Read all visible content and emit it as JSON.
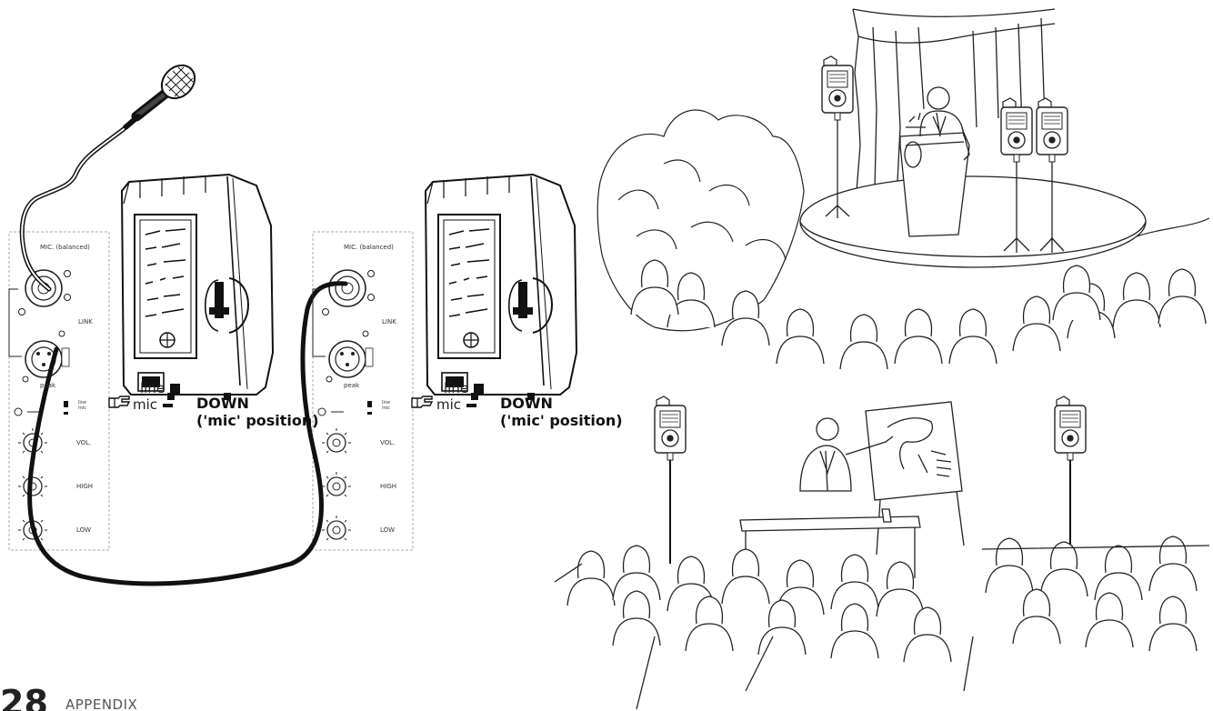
{
  "panel_left": {
    "mic_label": "MIC. (balanced)",
    "link_label": "LINK",
    "peak_label": "peak",
    "sw_line_mini": "line",
    "sw_mic_mini": "mic",
    "knob_labels": [
      "VOL.",
      "HIGH",
      "LOW"
    ],
    "switch_line": "line",
    "switch_mic": "mic",
    "note_line1": "DOWN",
    "note_line2": "('mic' position)"
  },
  "panel_right": {
    "mic_label": "MIC. (balanced)",
    "link_label": "LINK",
    "peak_label": "peak",
    "sw_line_mini": "line",
    "sw_mic_mini": "mic",
    "knob_labels": [
      "VOL.",
      "HIGH",
      "LOW"
    ],
    "switch_line": "line",
    "switch_mic": "mic",
    "note_line1": "DOWN",
    "note_line2": "('mic' position)"
  },
  "footer": {
    "page_number": "28",
    "section": "APPENDIX"
  },
  "colors": {
    "ink": "#111111",
    "dashed": "#aaaaaa"
  }
}
